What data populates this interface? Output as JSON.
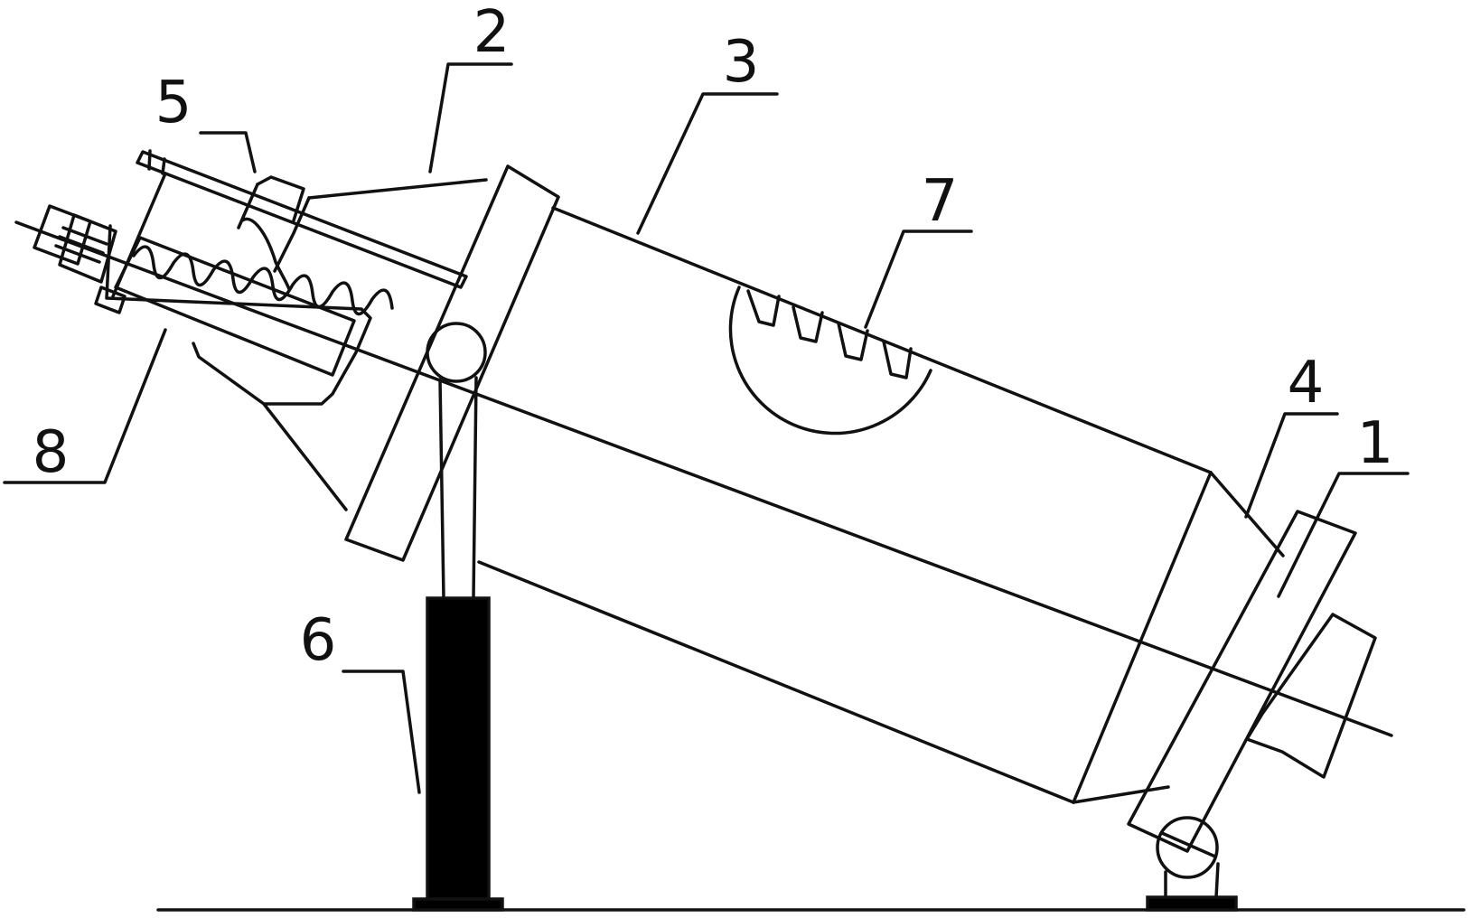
{
  "colors": {
    "ink": "#111111",
    "paper": "#ffffff"
  },
  "callouts": {
    "c1": "1",
    "c2": "2",
    "c3": "3",
    "c4": "4",
    "c5": "5",
    "c6": "6",
    "c7": "7",
    "c8": "8"
  }
}
